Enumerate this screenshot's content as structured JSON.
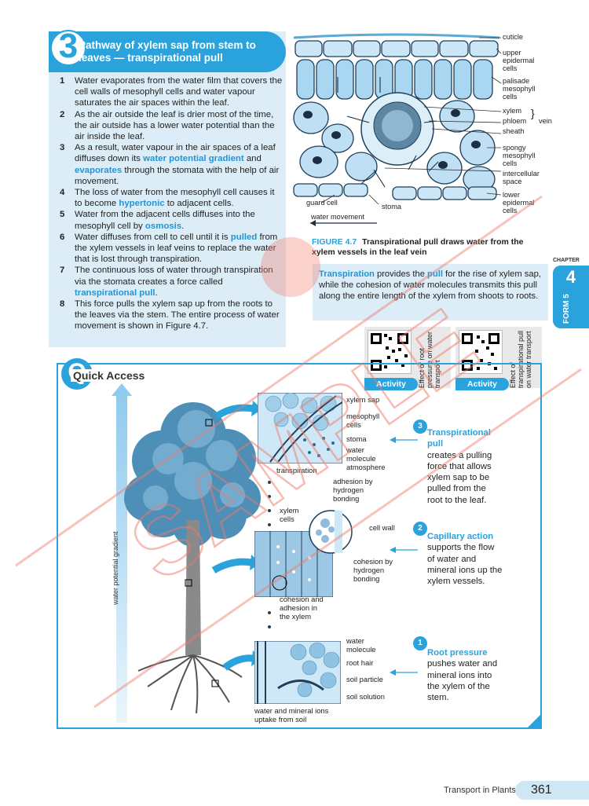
{
  "section": {
    "number": "3",
    "title": "Pathway of xylem sap from stem to leaves — transpirational pull",
    "steps": [
      {
        "n": "1",
        "parts": [
          "Water evaporates from the water film that covers the cell walls of mesophyll cells and water vapour saturates the air spaces within the leaf."
        ]
      },
      {
        "n": "2",
        "parts": [
          "As the air outside the leaf is drier most of the time, the air outside has a lower water potential than the air inside the leaf."
        ]
      },
      {
        "n": "3",
        "a": "As a result, water vapour in the air spaces of a leaf diffuses down its ",
        "k1": "water potential gradient",
        "b": " and ",
        "k2": "evaporates",
        "c": " through the stomata with the help of air movement."
      },
      {
        "n": "4",
        "a": "The loss of water from the mesophyll cell causes it to become ",
        "k1": "hypertonic",
        "b": " to adjacent cells."
      },
      {
        "n": "5",
        "a": "Water from the adjacent cells diffuses into the mesophyll cell by ",
        "k1": "osmosis",
        "b": "."
      },
      {
        "n": "6",
        "a": "Water diffuses from cell to cell until it is ",
        "k1": "pulled",
        "b": " from the xylem vessels in leaf veins to replace the water that is lost through transpiration."
      },
      {
        "n": "7",
        "a": "The continuous loss of water through transpiration via the stomata creates a force called ",
        "k1": "transpirational pull",
        "b": "."
      },
      {
        "n": "8",
        "a": "This force pulls the xylem sap up from the roots to the leaves via the stem. The entire process of water movement is shown in Figure 4.7."
      }
    ]
  },
  "leaf_diagram": {
    "labels": {
      "cuticle": "cuticle",
      "upper_epidermal": "upper epidermal cells",
      "palisade": "palisade mesophyll cells",
      "xylem": "xylem",
      "phloem": "phloem",
      "vein": "vein",
      "sheath": "sheath",
      "spongy": "spongy mesophyll cells",
      "intercellular": "intercellular space",
      "lower_epidermal": "lower epidermal cells",
      "guard_cell": "guard cell",
      "stoma": "stoma",
      "water_movement": "water movement"
    },
    "caption_number": "FIGURE 4.7",
    "caption_text": "Transpirational pull draws water from the xylem vessels in the leaf vein"
  },
  "chapter": {
    "word": "CHAPTER",
    "number": "4",
    "form": "FORM 5"
  },
  "transpiration_box": {
    "k1": "Transpiration",
    "a": " provides the ",
    "k2": "pull",
    "b": " for the rise of xylem sap, while the cohesion of water molecules transmits this pull along the entire length of the xylem from shoots to roots."
  },
  "activities": [
    {
      "button": "Activity",
      "caption": "Effect of root pressure on water transport"
    },
    {
      "button": "Activity",
      "caption": "Effect of transpirational pull on water transport"
    }
  ],
  "quick_access": {
    "label": "Quick Access",
    "q_letter": "Q",
    "gradient_label": "water potential gradient",
    "top_panel": {
      "xylem_sap": "xylem sap",
      "mesophyll": "mesophyll cells",
      "stoma": "stoma",
      "water_molecule": "water molecule",
      "atmosphere": "atmosphere",
      "transpiration": "transpiration"
    },
    "middle_panel": {
      "xylem_cells": "xylem cells",
      "adhesion": "adhesion by hydrogen bonding",
      "cell_wall": "cell wall",
      "cohesion": "cohesion by hydrogen bonding",
      "cohesion_adhesion": "cohesion and adhesion in the xylem"
    },
    "bottom_panel": {
      "water_molecule": "water molecule",
      "root_hair": "root hair",
      "soil_particle": "soil particle",
      "soil_solution": "soil solution",
      "uptake": "water and mineral ions uptake from soil"
    },
    "mechanisms": [
      {
        "n": "3",
        "title": "Transpirational pull",
        "text": "creates a pulling force that allows xylem sap to be pulled from the root to the leaf."
      },
      {
        "n": "2",
        "title": "Capillary action",
        "text": "supports the flow of water and mineral ions up the xylem vessels."
      },
      {
        "n": "1",
        "title": "Root pressure",
        "text": "pushes water and mineral ions into the xylem of the stem."
      }
    ]
  },
  "footer": {
    "chapter_title": "Transport in Plants",
    "page": "361"
  },
  "watermark": "SAMPLE",
  "colors": {
    "accent": "#2aa2dc",
    "panel": "#dcedf8",
    "watermark": "#f07a6a"
  }
}
